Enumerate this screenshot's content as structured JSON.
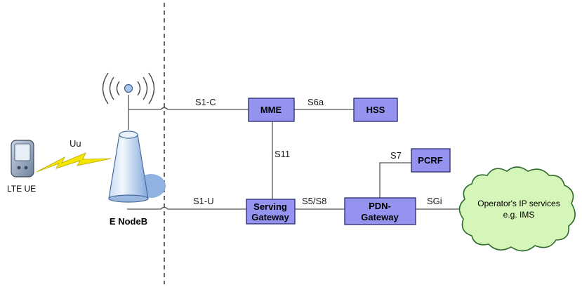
{
  "colors": {
    "node_fill": "#9494f0",
    "node_border": "#2a2a6e",
    "line": "#555555",
    "cloud_fill": "#d6f5b8",
    "cloud_border": "#2f6b2f",
    "lightning": "#f5e400",
    "tower": "#8fb2e0",
    "tower_highlight": "#f2f7fd"
  },
  "devices": {
    "ue_label": "LTE UE",
    "enodeb_label": "E NodeB"
  },
  "interfaces": {
    "uu": "Uu",
    "s1c": "S1-C",
    "s1u": "S1-U",
    "s6a": "S6a",
    "s11": "S11",
    "s7": "S7",
    "s5s8": "S5/S8",
    "sgi": "SGi"
  },
  "nodes": {
    "mme": "MME",
    "hss": "HSS",
    "pcrf": "PCRF",
    "sgw_line1": "Serving",
    "sgw_line2": "Gateway",
    "pgw_line1": "PDN-",
    "pgw_line2": "Gateway"
  },
  "cloud": {
    "line1": "Operator's IP services",
    "line2": "e.g. IMS"
  },
  "icons": [
    "phone-icon",
    "lightning-icon",
    "antenna-icon",
    "radio-waves-icon",
    "base-station-icon",
    "cloud-icon"
  ]
}
